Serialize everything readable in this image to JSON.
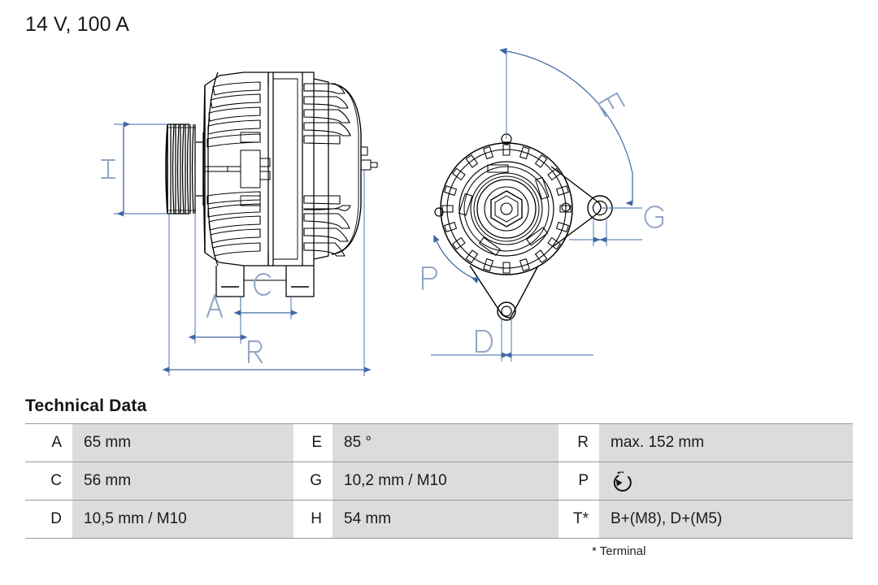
{
  "header": {
    "title": "14 V, 100 A"
  },
  "drawing": {
    "side_view_labels": [
      {
        "id": "H",
        "text": "H"
      },
      {
        "id": "A",
        "text": "A"
      },
      {
        "id": "C",
        "text": "C"
      },
      {
        "id": "R",
        "text": "R"
      }
    ],
    "front_view_labels": [
      {
        "id": "E",
        "text": "E"
      },
      {
        "id": "G",
        "text": "G"
      },
      {
        "id": "P",
        "text": "P"
      },
      {
        "id": "D",
        "text": "D"
      }
    ],
    "dimension_line_color": "#3d68a8",
    "dimension_label_color": "#93a6c6",
    "outline_color": "#000000"
  },
  "tech": {
    "heading": "Technical Data",
    "rows": [
      {
        "k1": "A",
        "v1": "65 mm",
        "k2": "E",
        "v2": "85 °",
        "k3": "R",
        "v3": "max. 152 mm"
      },
      {
        "k1": "C",
        "v1": "56 mm",
        "k2": "G",
        "v2": "10,2 mm / M10",
        "k3": "P",
        "v3": ""
      },
      {
        "k1": "D",
        "v1": "10,5 mm / M10",
        "k2": "H",
        "v2": "54 mm",
        "k3": "T*",
        "v3": "B+(M8), D+(M5)"
      }
    ],
    "footnote": "* Terminal",
    "rotation_icon_name": "counter-clockwise-rotation-icon"
  }
}
